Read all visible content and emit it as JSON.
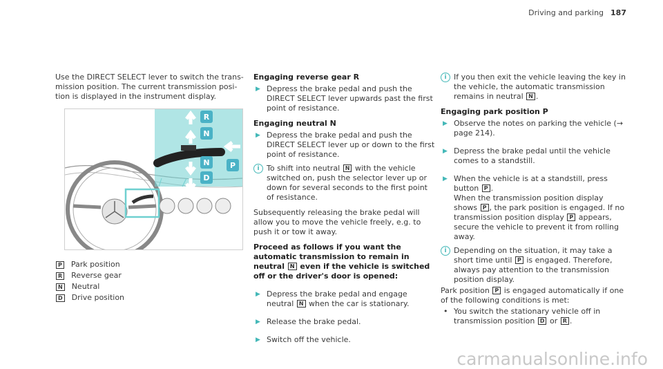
{
  "header": {
    "section": "Driving and parking",
    "page": "187"
  },
  "col1": {
    "intro": "Use the DIRECT SELECT lever to switch the trans-\nmission position. The current transmission posi-\ntion is displayed in the instrument display.",
    "image_labels": [
      "R",
      "N",
      "N",
      "D",
      "P"
    ],
    "legend": [
      {
        "key": "P",
        "label": "Park position"
      },
      {
        "key": "R",
        "label": "Reverse gear"
      },
      {
        "key": "N",
        "label": "Neutral"
      },
      {
        "key": "D",
        "label": "Drive position"
      }
    ]
  },
  "col2": {
    "h_reverse": "Engaging reverse gear R",
    "s_reverse": "Depress the brake pedal and push the DIRECT SELECT lever upwards past the first point of resistance.",
    "h_neutral": "Engaging neutral N",
    "s_neutral": "Depress the brake pedal and push the DIRECT SELECT lever up or down to the first point of resistance.",
    "note_neutral_a": "To shift into neutral",
    "note_neutral_b": "with the vehicle switched on, push the selector lever up or down for several seconds to the first point of resistance.",
    "para_release": "Subsequently releasing the brake pedal will allow you to move the vehicle freely, e.g. to push it or tow it away.",
    "h_proceed_a": "Proceed as follows if you want the automatic transmission to remain in neutral",
    "h_proceed_b": "even if the vehicle is switched off or the driver's door is opened:",
    "s_depress_a": "Depress the brake pedal and engage neutral",
    "s_depress_b": "when the car is stationary.",
    "s_release": "Release the brake pedal.",
    "s_switchoff": "Switch off the vehicle."
  },
  "col3": {
    "note_exit_a": "If you then exit the vehicle leaving the key in the vehicle, the automatic transmission remains in neutral",
    "h_park": "Engaging park position P",
    "s_observe": "Observe the notes on parking the vehicle (→ page 214).",
    "s_depress": "Depress the brake pedal until the vehicle comes to a standstill.",
    "s_when_a": "When the vehicle is at a standstill, press button",
    "s_when_b": "When the transmission position display shows",
    "s_when_c": ", the park position is engaged. If no transmission position display",
    "s_when_d": "appears, secure the vehicle to prevent it from rolling away.",
    "note_dep_a": "Depending on the situation, it may take a short time until",
    "note_dep_b": "is engaged. Therefore, always pay attention to the transmission position display.",
    "para_park_a": "Park position",
    "para_park_b": "is engaged automatically if one of the following conditions is met:",
    "bullet_a": "You switch the stationary vehicle off in transmission position",
    "bullet_or": "or"
  },
  "keys": {
    "P": "P",
    "R": "R",
    "N": "N",
    "D": "D"
  },
  "watermark": "carmanualsonline.info",
  "colors": {
    "accent": "#44b8b8",
    "teal_panel": "#6fd0d0"
  }
}
